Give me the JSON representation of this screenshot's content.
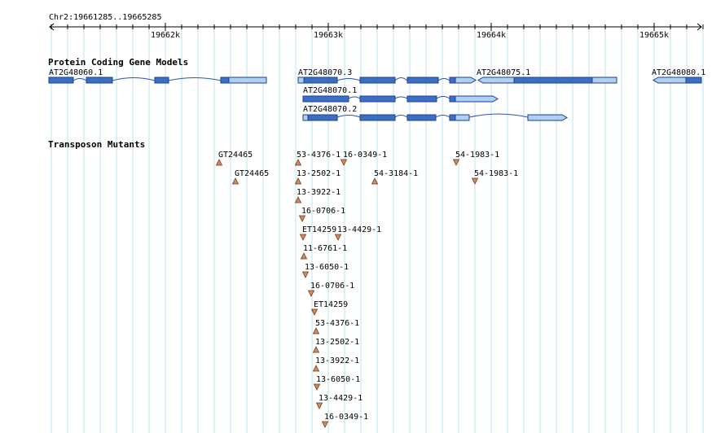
{
  "ruler": {
    "label": "Chr2:19661285..19665285",
    "ticks": [
      "19662k",
      "19663k",
      "19664k",
      "19665k"
    ]
  },
  "colors": {
    "exon_fill": "#3a6fc4",
    "exon_stroke": "#1f3f8f",
    "utr_fill": "#aed1f3",
    "intron": "#2a55b0",
    "grid": "#bfe0ec",
    "marker_fill": "#d48a60",
    "marker_stroke": "#6a3a18"
  },
  "tracks": {
    "genes_title": "Protein Coding Gene Models",
    "transposons_title": "Transposon Mutants"
  },
  "genes": [
    {
      "label": "AT2G48060.1"
    },
    {
      "label": "AT2G48070.3"
    },
    {
      "label": "AT2G48070.1"
    },
    {
      "label": "AT2G48070.2"
    },
    {
      "label": "AT2G48075.1"
    },
    {
      "label": "AT2G48080.1"
    }
  ],
  "transposons": [
    {
      "label": "GT24465",
      "marker": "up-triangle-icon"
    },
    {
      "label": "GT24465",
      "marker": "up-triangle-icon"
    },
    {
      "label": "53-4376-1",
      "marker": "up-triangle-icon"
    },
    {
      "label": "16-0349-1",
      "marker": "down-triangle-icon"
    },
    {
      "label": "13-2502-1",
      "marker": "up-triangle-icon"
    },
    {
      "label": "54-3184-1",
      "marker": "up-triangle-icon"
    },
    {
      "label": "54-1983-1",
      "marker": "down-triangle-icon"
    },
    {
      "label": "54-1983-1",
      "marker": "down-triangle-icon"
    },
    {
      "label": "13-3922-1",
      "marker": "up-triangle-icon"
    },
    {
      "label": "16-0706-1",
      "marker": "down-triangle-icon"
    },
    {
      "label": "ET14259",
      "marker": "down-triangle-icon"
    },
    {
      "label": "13-4429-1",
      "marker": "down-triangle-icon"
    },
    {
      "label": "11-6761-1",
      "marker": "up-triangle-icon"
    },
    {
      "label": "13-6050-1",
      "marker": "down-triangle-icon"
    },
    {
      "label": "16-0706-1",
      "marker": "down-triangle-icon"
    },
    {
      "label": "ET14259",
      "marker": "down-triangle-icon"
    },
    {
      "label": "53-4376-1",
      "marker": "up-triangle-icon"
    },
    {
      "label": "13-2502-1",
      "marker": "up-triangle-icon"
    },
    {
      "label": "13-3922-1",
      "marker": "up-triangle-icon"
    },
    {
      "label": "13-6050-1",
      "marker": "down-triangle-icon"
    },
    {
      "label": "13-4429-1",
      "marker": "down-triangle-icon"
    },
    {
      "label": "16-0349-1",
      "marker": "down-triangle-icon"
    }
  ]
}
